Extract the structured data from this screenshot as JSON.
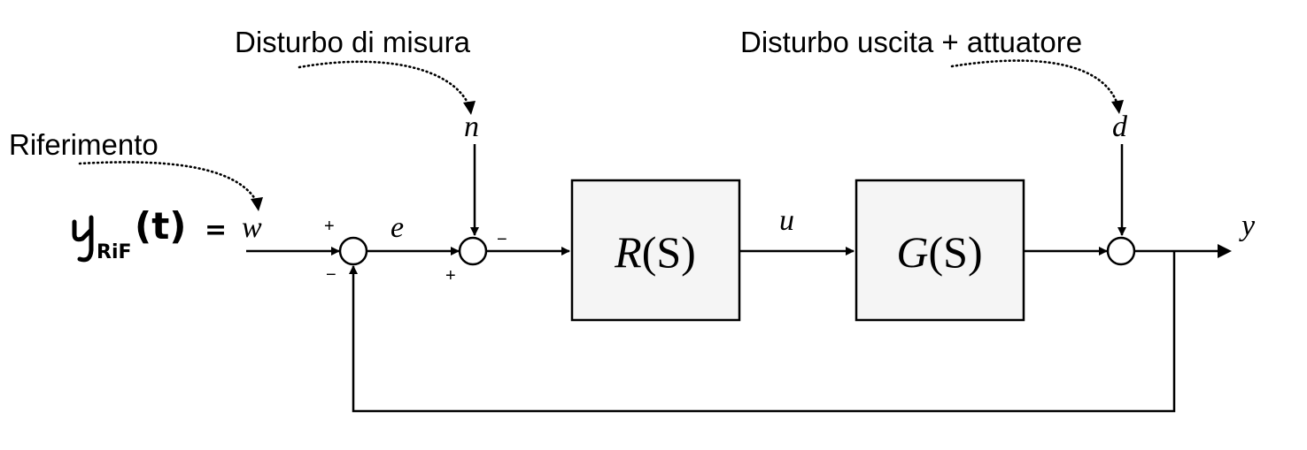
{
  "annotations": {
    "measurement_disturbance": "Disturbo di misura",
    "output_disturbance": "Disturbo uscita + attuatore",
    "reference": "Riferimento"
  },
  "signals": {
    "w": "w",
    "e": "e",
    "n": "n",
    "u": "u",
    "d": "d",
    "y": "y"
  },
  "blocks": {
    "controller": {
      "name": "R",
      "arg": "(S)"
    },
    "plant": {
      "name": "G",
      "arg": "(S)"
    }
  },
  "signs": {
    "sum1_top": "+",
    "sum1_bottom": "−",
    "sum2_right": "−",
    "sum2_bottom": "+"
  },
  "handwritten": {
    "base": "y",
    "subscript": "RiF",
    "arg": "(t)",
    "equals": "="
  }
}
